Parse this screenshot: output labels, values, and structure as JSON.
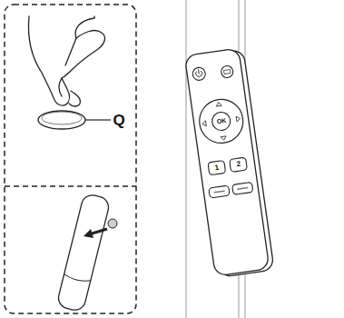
{
  "diagram": {
    "labels": [
      "Q",
      "OK",
      "1",
      "2"
    ]
  }
}
